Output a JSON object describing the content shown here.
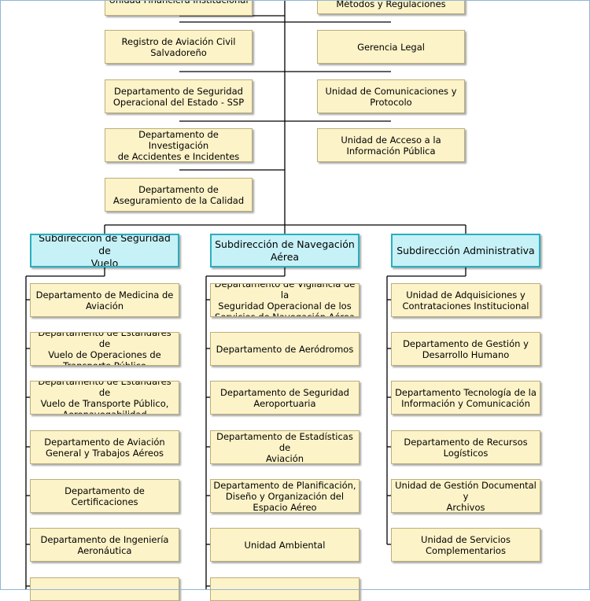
{
  "chart": {
    "top_left": [
      "Unidad Financiera Institucional",
      "Registro de Aviación Civil\nSalvadoreño",
      "Departamento de Seguridad\nOperacional del Estado - SSP",
      "Departamento de Investigación\nde Accidentes e Incidentes",
      "Departamento de\nAseguramiento de la Calidad"
    ],
    "top_right": [
      "Métodos y Regulaciones",
      "Gerencia Legal",
      "Unidad de Comunicaciones y\nProtocolo",
      "Unidad de Acceso a la\nInformación Pública"
    ],
    "subdirecciones": [
      {
        "label": "Subdirección de Seguridad de\nVuelo",
        "departments": [
          "Departamento de Medicina de\nAviación",
          "Departamento de Estándares de\nVuelo de Operaciones de\nTransporte Público",
          "Departamento de Estándares de\nVuelo de Transporte Público,\nAeronavegabilidad",
          "Departamento de Aviación\nGeneral y Trabajos Aéreos",
          "Departamento de Certificaciones",
          "Departamento de Ingeniería\nAeronáutica",
          ""
        ]
      },
      {
        "label": "Subdirección de Navegación\nAérea",
        "departments": [
          "Departamento de Vigilancia de la\nSeguridad Operacional de los\nServicios de Navegación Aérea",
          "Departamento de Aeródromos",
          "Departamento de Seguridad\nAeroportuaria",
          "Departamento de Estadísticas de\nAviación",
          "Departamento de Planificación,\nDiseño y Organización del\nEspacio Aéreo",
          "Unidad Ambiental",
          ""
        ]
      },
      {
        "label": "Subdirección Administrativa",
        "departments": [
          "Unidad de Adquisiciones y\nContrataciones Institucional",
          "Departamento de Gestión y\nDesarrollo Humano",
          "Departamento Tecnología de la\nInformación y Comunicación",
          "Departamento de Recursos\nLogísticos",
          "Unidad de Gestión Documental y\nArchivos",
          "Unidad de Servicios\nComplementarios"
        ]
      }
    ]
  }
}
